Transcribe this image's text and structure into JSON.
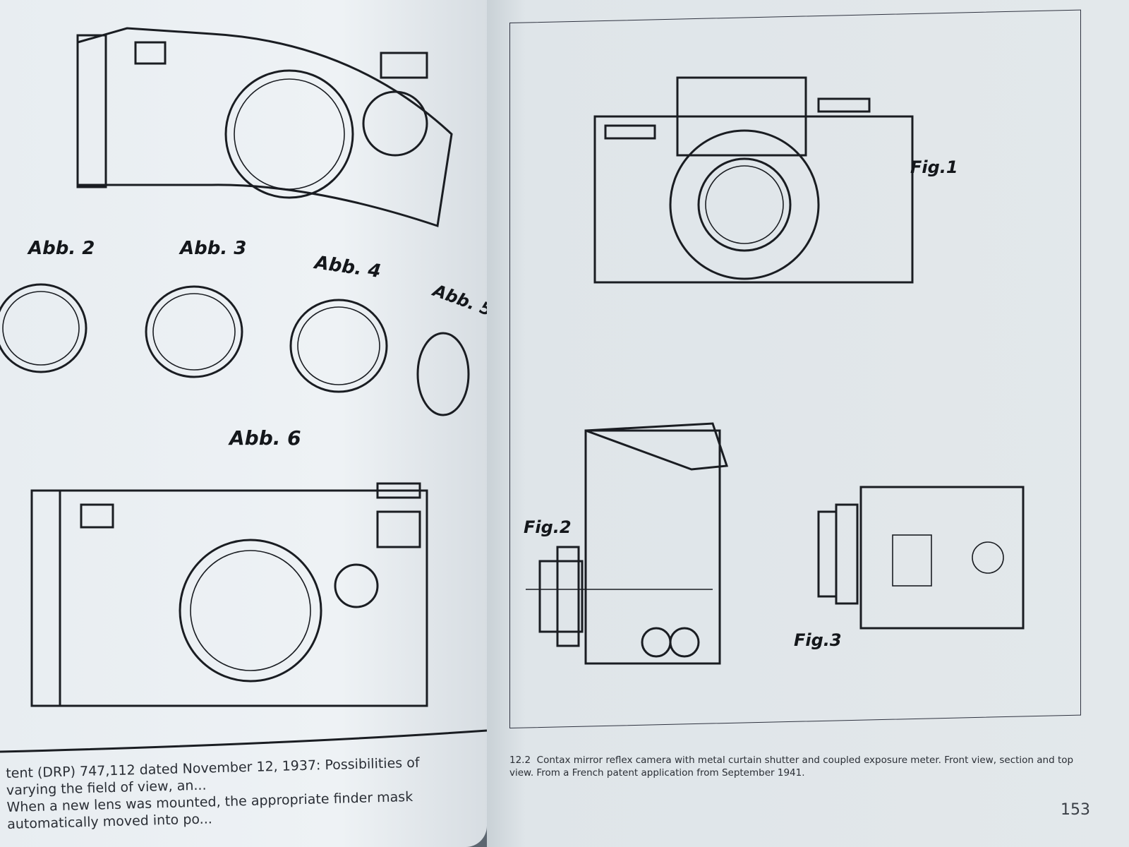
{
  "left_page": {
    "figures": {
      "abb2": "Abb. 2",
      "abb3": "Abb. 3",
      "abb4": "Abb. 4",
      "abb5": "Abb. 5",
      "abb6": "Abb. 6"
    },
    "caption_line1": "tent (DRP) 747,112 dated November 12, 1937: Possibilities of varying the field of view, an...",
    "caption_line2": "When a new lens was mounted, the appropriate finder mask automatically moved into po..."
  },
  "right_page": {
    "figures": {
      "fig1": "Fig.1",
      "fig2": "Fig.2",
      "fig3": "Fig.3"
    },
    "caption_number": "12.2",
    "caption_text": "Contax mirror reflex camera with metal curtain shutter and coupled exposure meter.  Front view, section and top view.  From a French patent application from September 1941.",
    "page_number": "153"
  }
}
